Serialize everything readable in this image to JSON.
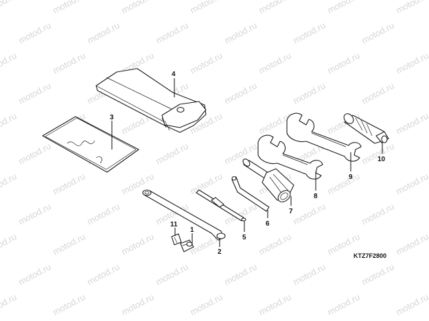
{
  "diagram": {
    "code": "KTZ7F2800",
    "watermark": "motod.ru",
    "callouts": {
      "c1": "1",
      "c2": "2",
      "c3": "3",
      "c4": "4",
      "c5": "5",
      "c6": "6",
      "c7": "7",
      "c8": "8",
      "c9": "9",
      "c10": "10",
      "c11": "11"
    }
  }
}
